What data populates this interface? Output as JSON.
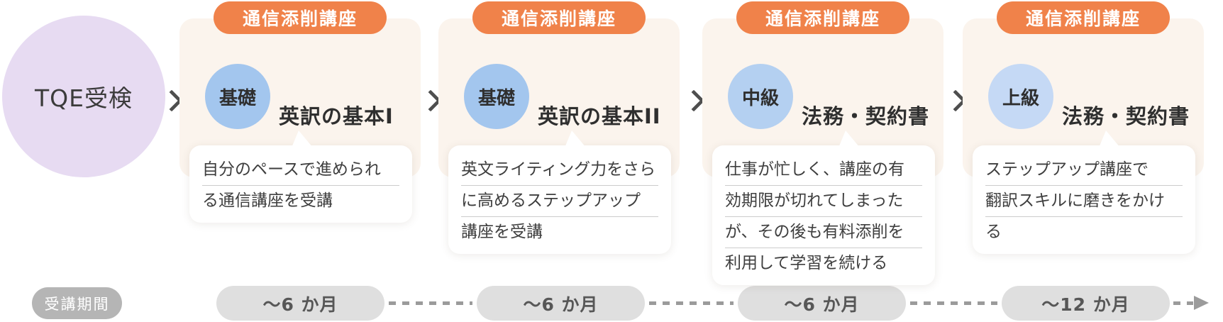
{
  "diagram": {
    "start": {
      "label": "TQE受検"
    },
    "cards": [
      {
        "badge": "通信添削講座",
        "level": "基礎",
        "title": "英訳の基本I",
        "bubble_lines": [
          "自分のペースで進められ",
          "る通信講座を受講"
        ]
      },
      {
        "badge": "通信添削講座",
        "level": "基礎",
        "title": "英訳の基本II",
        "bubble_lines": [
          "英文ライティング力をさら",
          "に高めるステップアップ",
          "講座を受講"
        ]
      },
      {
        "badge": "通信添削講座",
        "level": "中級",
        "title": "法務・契約書",
        "bubble_lines": [
          "仕事が忙しく、講座の有",
          "効期限が切れてしまった",
          "が、その後も有料添削を",
          "利用して学習を続ける"
        ]
      },
      {
        "badge": "通信添削講座",
        "level": "上級",
        "title": "法務・契約書",
        "bubble_lines": [
          "ステップアップ講座で",
          "翻訳スキルに磨きをかけ",
          "る"
        ]
      }
    ],
    "timeline": {
      "label": "受講期間",
      "durations": [
        "〜6 か月",
        "〜6 か月",
        "〜6 か月",
        "〜12 か月"
      ]
    },
    "colors": {
      "badge_orange": "#f0824a",
      "card_cream": "#fbf4ed",
      "start_purple": "#e7dbf2",
      "level_colors": [
        "#a3c6ee",
        "#a3c6ee",
        "#b4d0f1",
        "#c5d9f5"
      ],
      "duration_pill_gray": "#dfdfdf",
      "label_pill_gray": "#b5b5b5",
      "connector_gray": "#9b9b9b"
    }
  }
}
